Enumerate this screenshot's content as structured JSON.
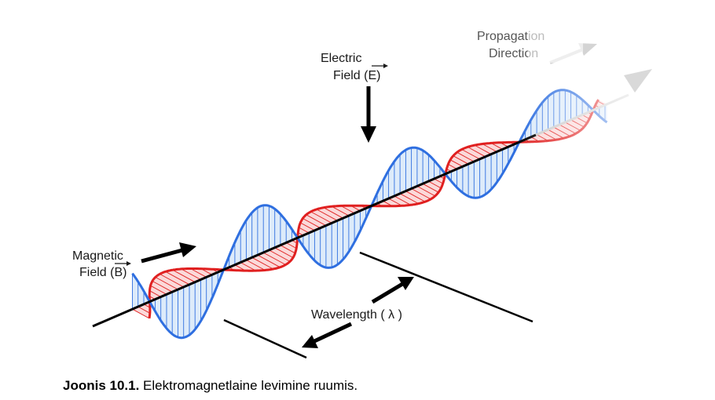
{
  "labels": {
    "electric_line1": "Electric",
    "electric_line2": "Field (E)",
    "magnetic_line1": "Magnetic",
    "magnetic_line2": "Field (B)",
    "propagation_line1": "Propagation",
    "propagation_line2": "Direction",
    "wavelength": "Wavelength ( λ )"
  },
  "caption": {
    "number": "Joonis 10.1.",
    "text": " Elektromagnetlaine levimine ruumis."
  },
  "colors": {
    "electric": "#2f6fe0",
    "electric_fill": "#cfe3f8",
    "magnetic": "#e02020",
    "magnetic_fill": "#f9cccc",
    "axis": "#000000"
  }
}
